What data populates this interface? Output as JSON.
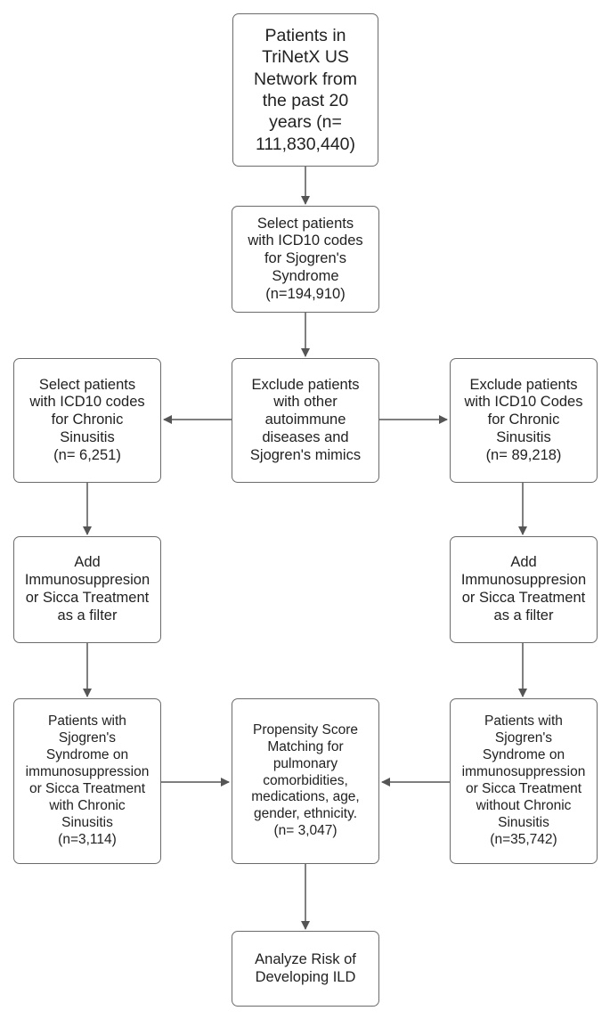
{
  "boxes": {
    "trinetx": "Patients in\nTriNetX US\nNetwork from\nthe past 20\nyears (n=\n111,830,440)",
    "select_sjogren": "Select patients\nwith ICD10 codes\nfor Sjogren's\nSyndrome\n(n=194,910)",
    "exclude_autoimmune": "Exclude patients\nwith other\nautoimmune\ndiseases and\nSjogren's mimics",
    "select_sinusitis": "Select patients\nwith ICD10 codes\nfor Chronic\nSinusitis\n(n= 6,251)",
    "exclude_sinusitis": "Exclude patients\nwith ICD10 Codes\nfor Chronic\nSinusitis\n(n= 89,218)",
    "add_filter_left": "Add\nImmunosuppresion\nor Sicca Treatment\nas a filter",
    "add_filter_right": "Add\nImmunosuppresion\nor Sicca Treatment\nas a filter",
    "with_sinusitis": "Patients with\nSjogren's\nSyndrome on\nimmunosuppression\nor Sicca Treatment\nwith Chronic\nSinusitis\n(n=3,114)",
    "propensity": "Propensity Score\nMatching for\npulmonary\ncomorbidities,\nmedications, age,\ngender, ethnicity.\n(n= 3,047)",
    "without_sinusitis": "Patients with\nSjogren's\nSyndrome on\nimmunosuppression\nor Sicca Treatment\nwithout Chronic\nSinusitis\n(n=35,742)",
    "analyze": "Analyze Risk of\nDeveloping ILD"
  },
  "colors": {
    "border": "#6b6b6b",
    "arrow": "#555555",
    "text": "#222222"
  }
}
